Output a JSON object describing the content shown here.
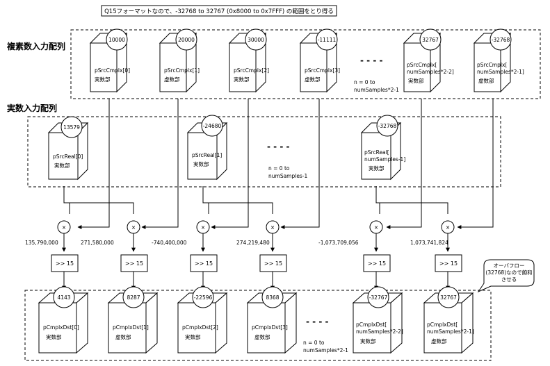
{
  "header_note": "Q15フォーマットなので、-32768 to 32767 (0x8000 to 0x7FFF) の範囲をとり得る",
  "sections": {
    "complex_input": "複素数入力配列",
    "real_input": "実数入力配列"
  },
  "complex_inputs": [
    {
      "value": "10000",
      "name": "pSrcCmplx[0]",
      "part": "実数部"
    },
    {
      "value": "20000",
      "name": "pSrcCmplx[1]",
      "part": "虚数部"
    },
    {
      "value": "30000",
      "name": "pSrcCmplx[2]",
      "part": "実数部"
    },
    {
      "value": "-11111",
      "name": "pSrcCmplx[3]",
      "part": "虚数部"
    },
    {
      "value": "32767",
      "name": "pSrcCmplx[",
      "name2": "numSamples*2-2]",
      "part": "実数部"
    },
    {
      "value": "-32768",
      "name": "pSrcCmplx[",
      "name2": "numSamples*2-1]",
      "part": "虚数部"
    }
  ],
  "complex_range": {
    "line1": "n = 0 to",
    "line2": "numSamples*2-1"
  },
  "real_inputs": [
    {
      "value": "13579",
      "name": "pSrcReal[0]",
      "part": "実数部"
    },
    {
      "value": "-24680",
      "name": "pSrcReal[1]",
      "part": "実数部"
    },
    {
      "value": "-32768",
      "name": "pSrcReal[",
      "name2": "numSamples-1]",
      "part": "実数部"
    }
  ],
  "real_range": {
    "line1": "n = 0 to",
    "line2": "numSamples-1"
  },
  "multiply_symbol": "×",
  "products": [
    "135,790,000",
    "271,580,000",
    "-740,400,000",
    "274,219,480",
    "-1,073,709,056",
    "1,073,741,824"
  ],
  "shift_label": ">> 15",
  "overflow_note": [
    "オーバフロー",
    "(32768)なので飽和",
    "させる"
  ],
  "outputs": [
    {
      "value": "4143",
      "name": "pCmplxDst[0]",
      "part": "実数部"
    },
    {
      "value": "8287",
      "name": "pCmplxDst[1]",
      "part": "虚数部"
    },
    {
      "value": "-22596",
      "name": "pCmplxDst[2]",
      "part": "実数部"
    },
    {
      "value": "8368",
      "name": "pCmplxDst[3]",
      "part": "虚数部"
    },
    {
      "value": "-32767",
      "name": "pCmplxDst[",
      "name2": "numSamples*2-2]",
      "part": "実数部"
    },
    {
      "value": "32767",
      "name": "pCmplxDst[",
      "name2": "numSamples*2-1]",
      "part": "虚数部"
    }
  ],
  "output_range": {
    "line1": "n = 0 to",
    "line2": "numSamples*2-1"
  },
  "ellipsis": "- - - -"
}
